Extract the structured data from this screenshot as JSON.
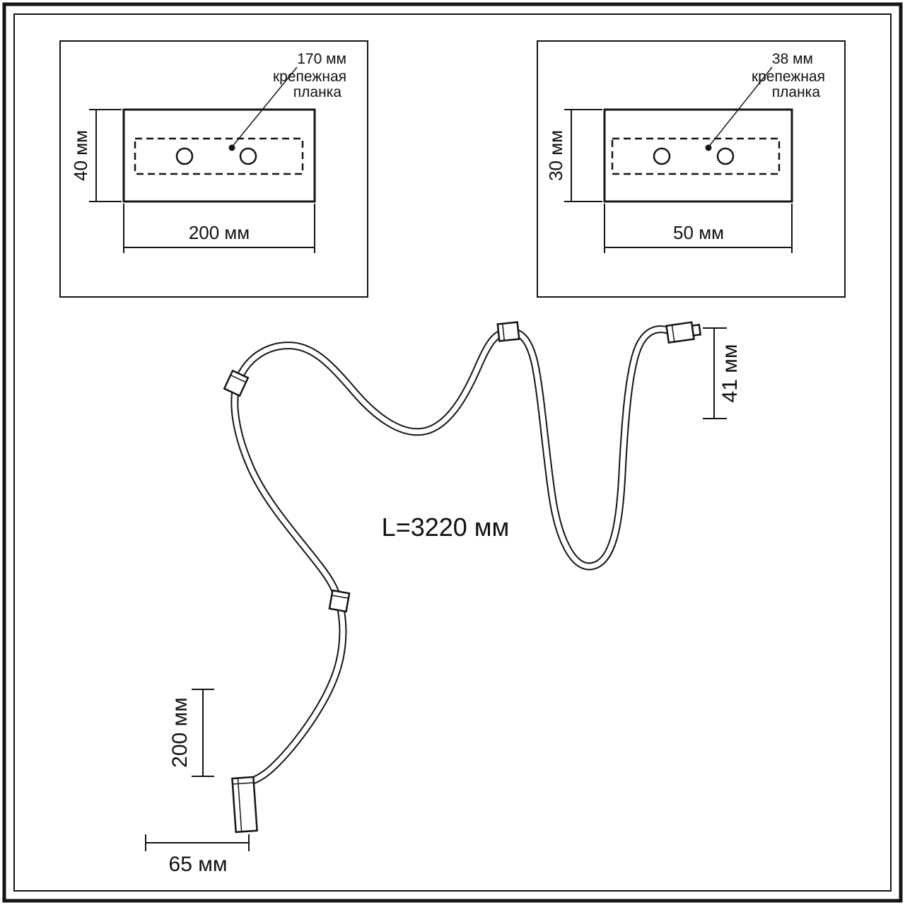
{
  "diagrams": {
    "panel_left": {
      "leader_value": "170 мм",
      "leader_label_1": "крепежная",
      "leader_label_2": "планка",
      "height": "40 мм",
      "width": "200 мм"
    },
    "panel_right": {
      "leader_value": "38 мм",
      "leader_label_1": "крепежная",
      "leader_label_2": "планка",
      "height": "30 мм",
      "width": "50 мм"
    },
    "cable": {
      "length": "L=3220 мм",
      "cap": "41 мм",
      "bottom_offset": "200 мм",
      "bottom_width": "65 мм"
    }
  },
  "colors": {
    "line": "#151515",
    "background": "#ffffff"
  }
}
